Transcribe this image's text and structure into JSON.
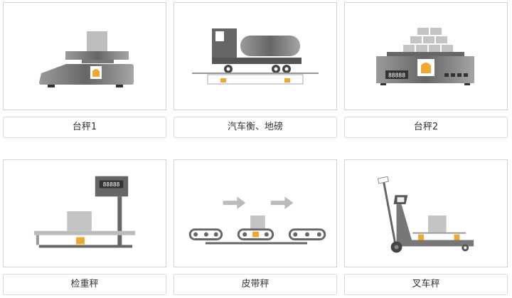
{
  "products": [
    {
      "label": "台秤1",
      "icon": "bench-scale-icon"
    },
    {
      "label": "汽车衡、地磅",
      "icon": "truck-scale-icon"
    },
    {
      "label": "台秤2",
      "icon": "platform-scale-icon"
    },
    {
      "label": "检重秤",
      "icon": "checkweigher-icon"
    },
    {
      "label": "皮带秤",
      "icon": "belt-scale-icon"
    },
    {
      "label": "叉车秤",
      "icon": "forklift-scale-icon"
    }
  ],
  "displays": {
    "platform_scale": "88888",
    "checkweigher": "88888"
  },
  "colors": {
    "accent": "#f0a92e",
    "body": "#777777",
    "border": "#d2d2d2"
  }
}
